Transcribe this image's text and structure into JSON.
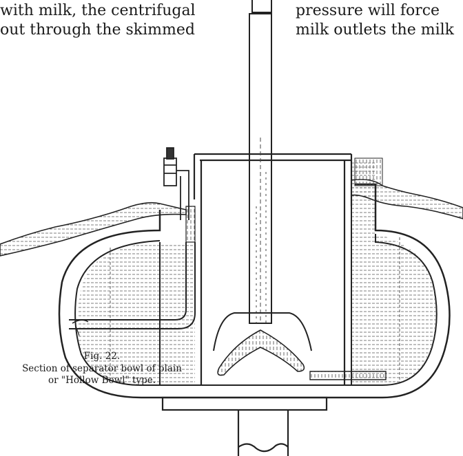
{
  "text": {
    "left_line1": "with  milk,  the  centrifugal",
    "left_line2": "out  through  the  skimmed",
    "right_line1": "pressure    will    force",
    "right_line2": "milk outlets the milk"
  },
  "caption": {
    "fig_label": "Fig. 22.",
    "line1": "Section of separator bowl of plain",
    "line2": "or \"Hollow Bowl\" type."
  }
}
